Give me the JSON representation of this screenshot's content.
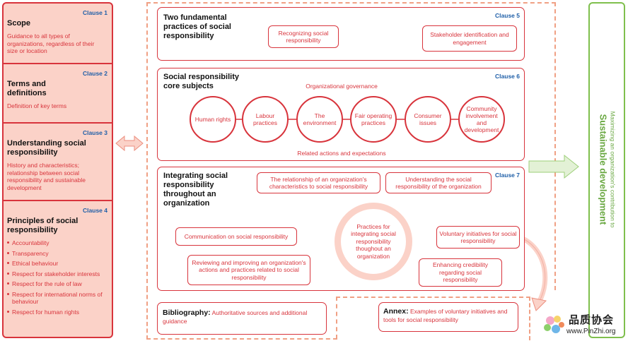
{
  "left": {
    "scope": {
      "clause": "Clause 1",
      "title": "Scope",
      "desc": "Guidance to all types of organizations, regardless of their size or location"
    },
    "terms": {
      "clause": "Clause 2",
      "title": "Terms and definitions",
      "desc": "Definition of key terms"
    },
    "understanding": {
      "clause": "Clause 3",
      "title": "Understanding social responsibility",
      "desc": "History and characteristics; relationship between social responsibility and sustainable development"
    },
    "principles": {
      "clause": "Clause 4",
      "title": "Principles of social responsibility",
      "items": [
        "Accountability",
        "Transparency",
        "Ethical behaviour",
        "Respect for stakeholder interests",
        "Respect for the rule of law",
        "Respect for international norms of behaviour",
        "Respect for human rights"
      ]
    }
  },
  "fundamental": {
    "clause": "Clause 5",
    "title": "Two fundamental practices of social responsibility",
    "recognizing": "Recognizing social responsibility",
    "stakeholder": "Stakeholder identification and engagement"
  },
  "core": {
    "clause": "Clause 6",
    "title": "Social responsibility core subjects",
    "governance": "Organizational governance",
    "subjects": [
      "Human rights",
      "Labour practices",
      "The environment",
      "Fair operating practices",
      "Consumer issues",
      "Community involvement and development"
    ],
    "related": "Related actions and expectations"
  },
  "integrating": {
    "clause": "Clause 7",
    "title": "Integrating social responsibility throughout an organization",
    "relationship": "The relationship of an organization's characteristics to social responsibility",
    "understanding": "Understanding the social responsibility of the organization",
    "communication": "Communication on social responsibility",
    "center": "Practices for integrating social responsibility thoughout an organization",
    "voluntary": "Voluntary initiatives for social responsibility",
    "reviewing": "Reviewing and improving an organization's actions and practices related to social responsibility",
    "credibility": "Enhancing credibility regarding social responsibility"
  },
  "bibliography": {
    "title": "Bibliography:",
    "desc": "Authoritative sources and additional guidance"
  },
  "annex": {
    "title": "Annex:",
    "desc": "Examples of voluntary initiatives and tools for social responsibility"
  },
  "outcome": {
    "sub": "Maximizing an organization's contribution to",
    "main": "Sustainable development"
  },
  "logo": {
    "name": "品质协会",
    "url": "www.PinZhi.org"
  },
  "colors": {
    "red": "#d8343c",
    "pink": "#fbd2c8",
    "green": "#7fbf4d",
    "blue": "#1f5fa8"
  }
}
